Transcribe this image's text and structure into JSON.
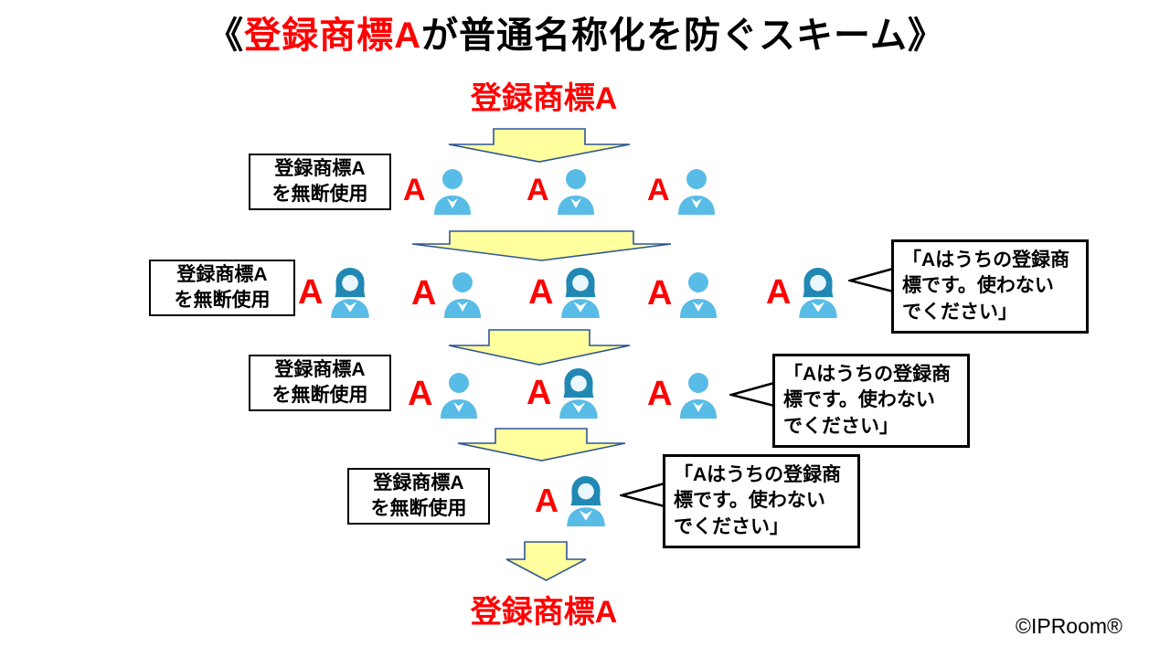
{
  "title": {
    "bracket_open": "《",
    "highlight": "登録商標A",
    "rest": "が普通名称化を防ぐスキーム》"
  },
  "top_trademark": "登録商標A",
  "bottom_trademark": "登録商標A",
  "trademark_letter": "A",
  "callout_message": "「Aはうちの登録商\n標です。使わない\nでください」",
  "copyright": "©IPRoom®",
  "colors": {
    "highlight_red": "#FF0000",
    "arrow_fill": "#FFFF9E",
    "arrow_border": "#2F5597",
    "person_blue": "#58BCE6",
    "hair_teal": "#2188B4"
  },
  "rows": [
    {
      "label": "登録商標A\nを無断使用",
      "people": [
        "man",
        "man",
        "man"
      ],
      "callout": null
    },
    {
      "label": "登録商標A\nを無断使用",
      "people": [
        "woman",
        "man",
        "woman",
        "man",
        "woman"
      ],
      "callout": "「Aはうちの登録商\n標です。使わない\nでください」"
    },
    {
      "label": "登録商標A\nを無断使用",
      "people": [
        "man",
        "woman",
        "man"
      ],
      "callout": "「Aはうちの登録商\n標です。使わない\nでください」"
    },
    {
      "label": "登録商標A\nを無断使用",
      "people": [
        "woman"
      ],
      "callout": "「Aはうちの登録商\n標です。使わない\nでください」"
    }
  ]
}
